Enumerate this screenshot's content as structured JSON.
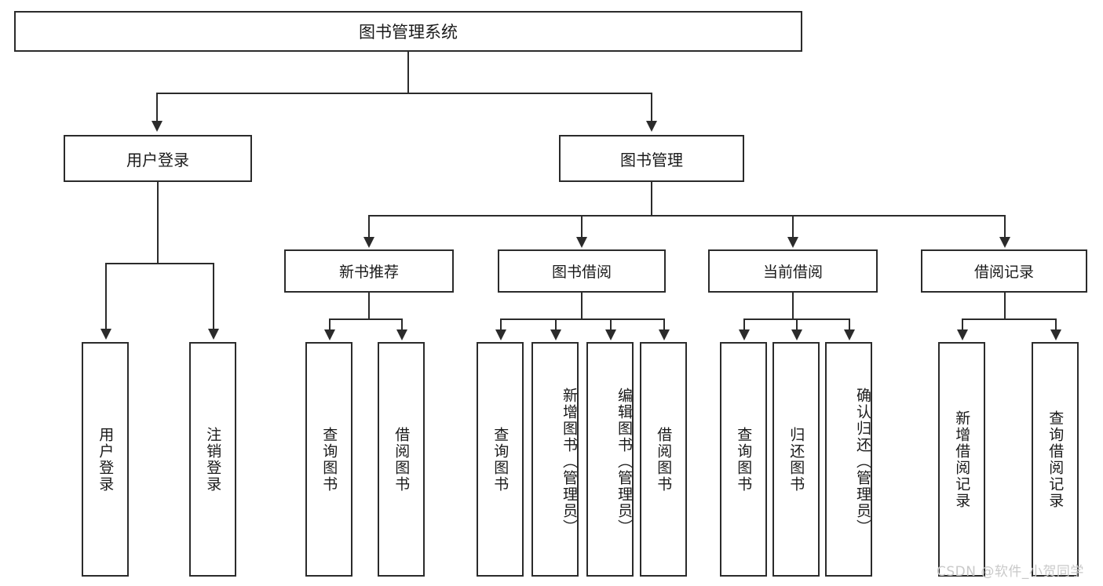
{
  "diagram": {
    "title": "图书管理系统",
    "type": "tree-hierarchy-diagram",
    "root": {
      "label": "图书管理系统"
    },
    "level1": [
      {
        "label": "用户登录"
      },
      {
        "label": "图书管理"
      }
    ],
    "level2": [
      {
        "label": "新书推荐"
      },
      {
        "label": "图书借阅"
      },
      {
        "label": "当前借阅"
      },
      {
        "label": "借阅记录"
      }
    ],
    "leaves": {
      "user_login": [
        {
          "label": "用户登录"
        },
        {
          "label": "注销登录"
        }
      ],
      "new_book_recommend": [
        {
          "label": "查询图书"
        },
        {
          "label": "借阅图书"
        }
      ],
      "book_borrow": [
        {
          "label": "查询图书"
        },
        {
          "label": "新增图书（管理员）"
        },
        {
          "label": "编辑图书（管理员）"
        },
        {
          "label": "借阅图书"
        }
      ],
      "current_borrow": [
        {
          "label": "查询图书"
        },
        {
          "label": "归还图书"
        },
        {
          "label": "确认归还（管理员）"
        }
      ],
      "borrow_record": [
        {
          "label": "新增借阅记录"
        },
        {
          "label": "查询借阅记录"
        }
      ]
    }
  },
  "watermark": {
    "text": "CSDN @软件_小贺同学"
  },
  "colors": {
    "border": "#2b2b2b",
    "background": "#ffffff",
    "text": "#1a1a1a",
    "watermark": "#c9c9c9"
  }
}
